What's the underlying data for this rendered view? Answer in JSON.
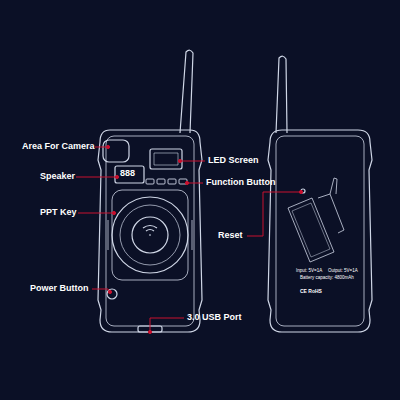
{
  "diagram": {
    "labels": [
      "Area For Camera",
      "Speaker",
      "PPT Key",
      "Power Button",
      "LED Screen",
      "Function Button",
      "Reset",
      "3.0 USB Port",
      "888",
      "Input: 5V=1A",
      "Output: 5V=1A",
      "Battery capacity: 4800mAh",
      "CE RoHS"
    ]
  }
}
